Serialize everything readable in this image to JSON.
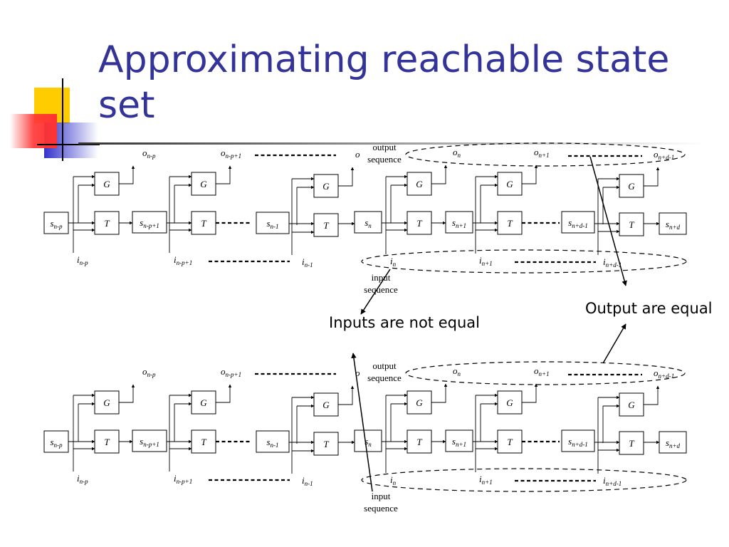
{
  "title": "Approximating reachable state set",
  "annotations": {
    "inputs_not_equal": "Inputs are not equal",
    "outputs_equal": "Output are equal"
  },
  "sequence_labels": {
    "output_1": "output",
    "output_2": "sequence",
    "input_1": "input",
    "input_2": "sequence"
  },
  "blocks": {
    "output_fn": "G",
    "transition_fn": "T"
  },
  "states": [
    {
      "base": "s",
      "sub": "n-p"
    },
    {
      "base": "s",
      "sub": "n-p+1"
    },
    {
      "base": "s",
      "sub": "n-1"
    },
    {
      "base": "s",
      "sub": "n"
    },
    {
      "base": "s",
      "sub": "n+1"
    },
    {
      "base": "s",
      "sub": "n+d-1"
    },
    {
      "base": "s",
      "sub": "n+d"
    }
  ],
  "inputs": [
    {
      "base": "i",
      "sub": "n-p"
    },
    {
      "base": "i",
      "sub": "n-p+1"
    },
    {
      "base": "i",
      "sub": "n-1"
    },
    {
      "base": "i",
      "sub": "n"
    },
    {
      "base": "i",
      "sub": "n+1"
    },
    {
      "base": "i",
      "sub": "n+d-1"
    }
  ],
  "outputs": [
    {
      "base": "o",
      "sub": "n-p"
    },
    {
      "base": "o",
      "sub": "n-p+1"
    },
    {
      "base": "o",
      "sub": ""
    },
    {
      "base": "o",
      "sub": "n"
    },
    {
      "base": "o",
      "sub": "n+1"
    },
    {
      "base": "o",
      "sub": "n+d-1"
    }
  ],
  "colors": {
    "title": "#333399",
    "deco_yellow": "#ffcc00",
    "deco_blue": "#3333cc",
    "deco_red": "#ff3333"
  }
}
